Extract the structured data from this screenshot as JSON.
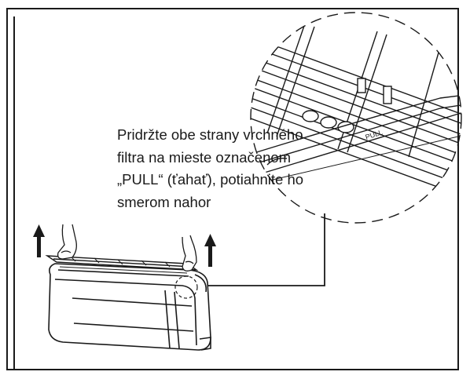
{
  "instruction": {
    "lines": [
      "Pridržte obe strany vrchného",
      "filtra na mieste označenom",
      "„PULL“ (ťahať), potiahnite ho",
      "smerom nahor"
    ]
  },
  "detail": {
    "pull_label": "PULL"
  },
  "colors": {
    "line": "#1a1a1a",
    "background": "#ffffff"
  }
}
